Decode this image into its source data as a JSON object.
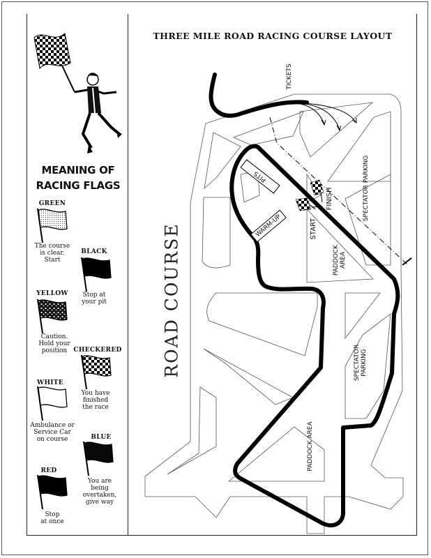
{
  "panel": {
    "heading_line1": "MEANING OF",
    "heading_line2": "RACING FLAGS",
    "flags": [
      {
        "name": "GREEN",
        "meaning_lines": [
          "The course",
          "is clear.",
          "Start"
        ],
        "color": "#ffffff"
      },
      {
        "name": "BLACK",
        "meaning_lines": [
          "Stop at",
          "your pit"
        ],
        "color": "#000000"
      },
      {
        "name": "YELLOW",
        "meaning_lines": [
          "Caution.",
          "Hold your",
          "position"
        ],
        "color": "#222222"
      },
      {
        "name": "CHECKERED",
        "meaning_lines": [
          "You have",
          "finished",
          "the race"
        ],
        "color": "#000000"
      },
      {
        "name": "WHITE",
        "meaning_lines": [
          "Ambulance or",
          "Service Car",
          "on course"
        ],
        "color": "#ffffff"
      },
      {
        "name": "BLUE",
        "meaning_lines": [
          "You are",
          "being",
          "overtaken,",
          "give way"
        ],
        "color": "#0a0a0a"
      },
      {
        "name": "RED",
        "meaning_lines": [
          "Stop",
          "at once"
        ],
        "color": "#000000"
      }
    ]
  },
  "map": {
    "title": "THREE MILE ROAD RACING COURSE LAYOUT",
    "side_label": "ROAD COURSE",
    "labels": {
      "tickets": "TICKETS",
      "pits": "PITS",
      "warm_up": "WARM-UP",
      "start": "START",
      "finish": "FINISH",
      "spectator_parking_top": "SPECTATOR PARKING",
      "paddock_area_top_1": "PADDOCK",
      "paddock_area_top_2": "AREA",
      "spectator_parking_right_1": "SPECTATOR",
      "spectator_parking_right_2": "PARKING",
      "paddock_area_bottom": "PADDOCK AREA"
    },
    "track_color": "#000000"
  }
}
